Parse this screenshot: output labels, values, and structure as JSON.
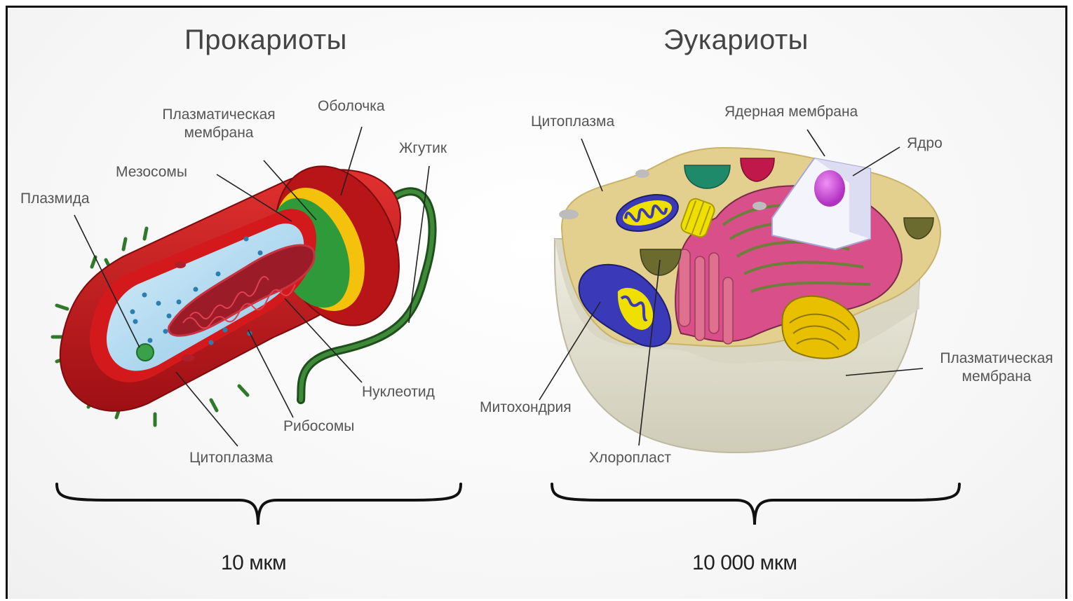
{
  "prokaryote": {
    "title": "Прокариоты",
    "labels": {
      "plasma_membrane": "Плазматическая мембрана",
      "envelope": "Оболочка",
      "flagellum": "Жгутик",
      "mesosomes": "Мезосомы",
      "plasmid": "Плазмида",
      "nucleotide": "Нуклеотид",
      "ribosomes": "Рибосомы",
      "cytoplasm": "Цитоплазма"
    },
    "scale": "10 мкм"
  },
  "eukaryote": {
    "title": "Эукариоты",
    "labels": {
      "cytoplasm": "Цитоплазма",
      "nuclear_membrane": "Ядерная мембрана",
      "nucleus": "Ядро",
      "mitochondrion": "Митохондрия",
      "chloroplast": "Хлоропласт",
      "plasma_membrane": "Плазматическая мембрана"
    },
    "scale": "10 000 мкм"
  },
  "colors": {
    "cell_wall": "#c0171b",
    "membrane_yellow": "#f4c20d",
    "mesosome_green": "#2e9a3a",
    "cytoplasm_blue": "#a9d6ef",
    "nucleoid": "#9b1c28",
    "flagellum": "#2f6b2a",
    "euk_cytoplasm": "#e3d08e",
    "euk_body": "#e6e4d6",
    "er_pink": "#d94f8a",
    "nucleus_purple": "#d060d8",
    "mitochondria_blue": "#3a3ab8",
    "golgi_yellow": "#e8c000"
  }
}
